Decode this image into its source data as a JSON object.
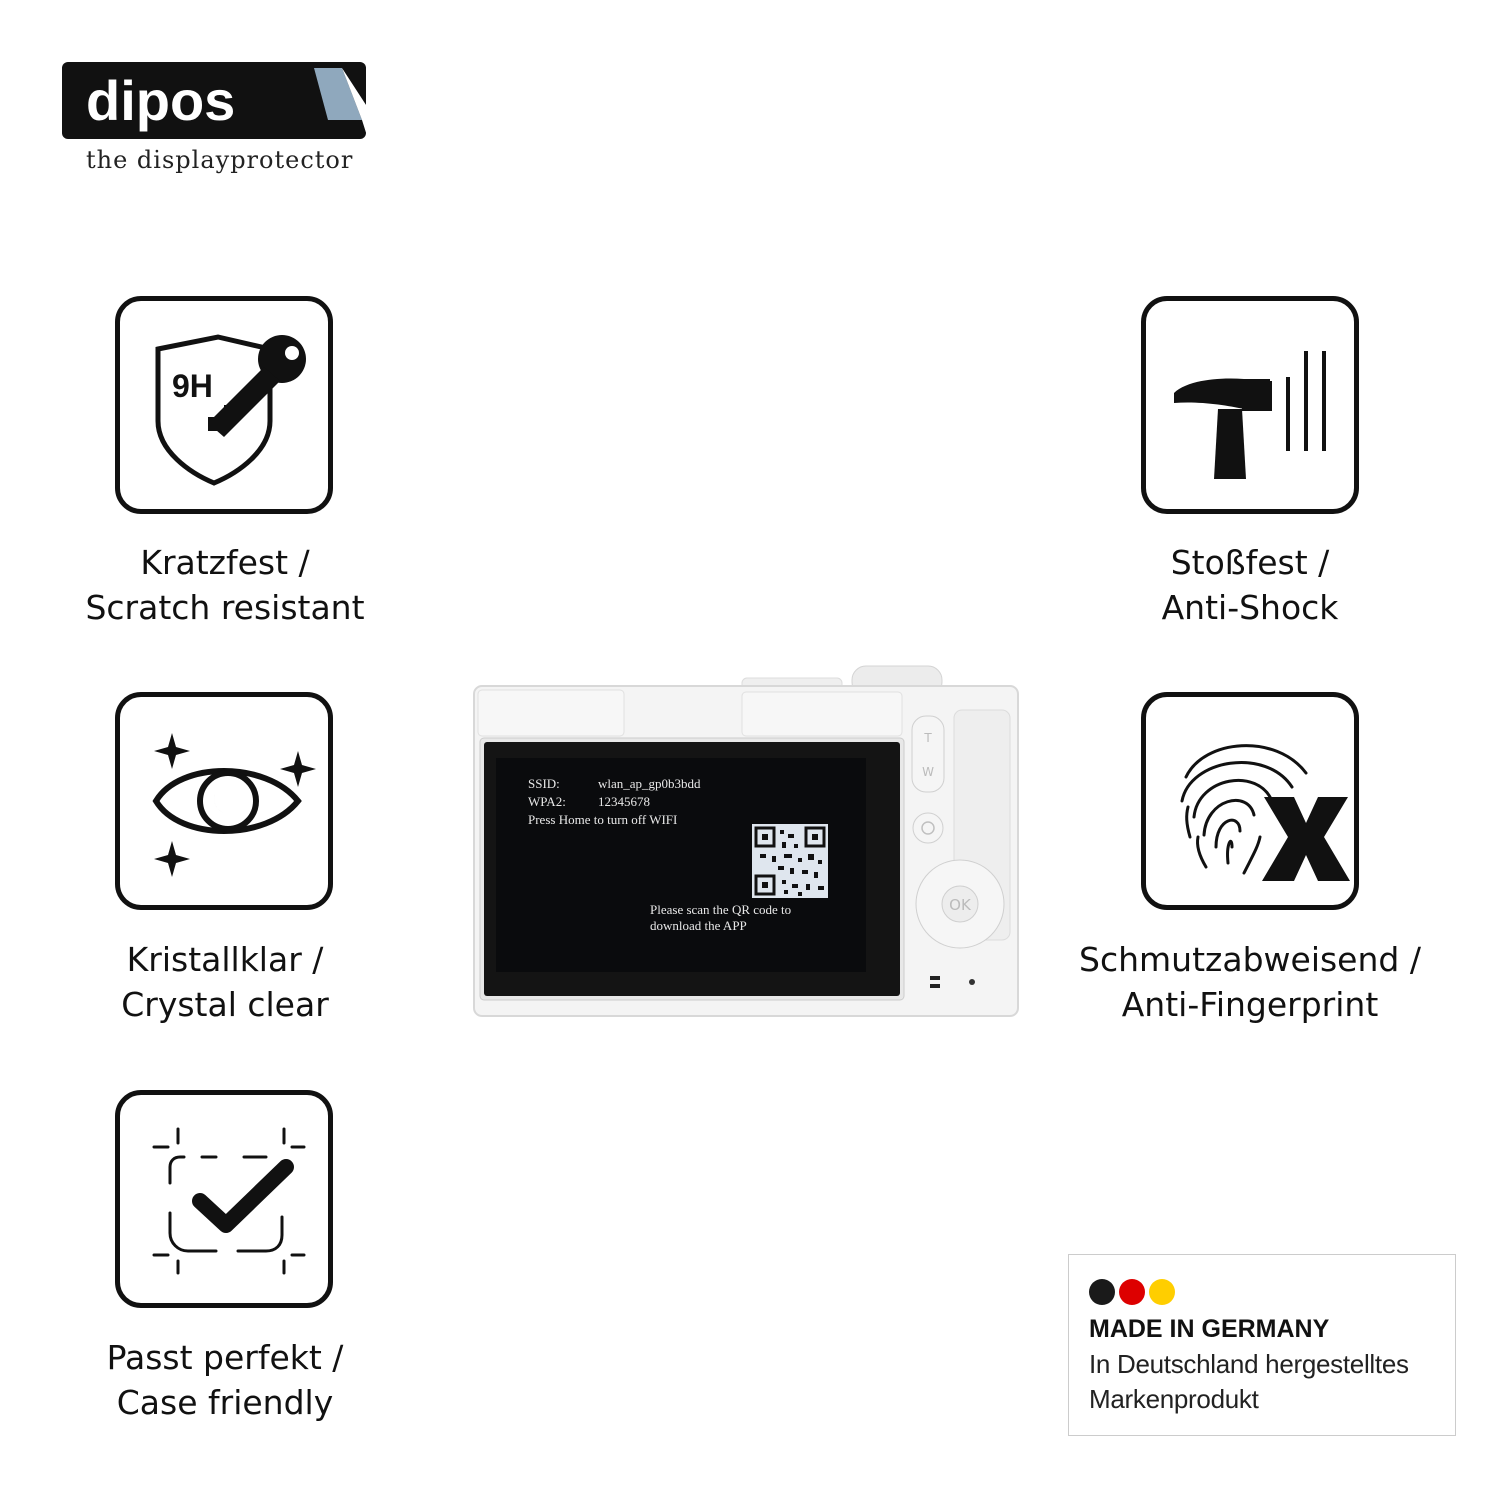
{
  "brand": {
    "name": "dipos",
    "tagline": "the displayprotector"
  },
  "features": [
    {
      "icon": "shield-9h-key-icon",
      "badge_text": "9H",
      "line1": "Kratzfest /",
      "line2": "Scratch resistant"
    },
    {
      "icon": "hammer-impact-icon",
      "line1": "Stoßfest /",
      "line2": "Anti-Shock"
    },
    {
      "icon": "eye-sparkle-icon",
      "line1": "Kristallklar /",
      "line2": "Crystal clear"
    },
    {
      "icon": "fingerprint-x-icon",
      "line1": "Schmutzabweisend /",
      "line2": "Anti-Fingerprint"
    },
    {
      "icon": "frame-checkmark-icon",
      "line1": "Passt perfekt /",
      "line2": "Case friendly"
    }
  ],
  "camera_screen": {
    "ssid_label": "SSID:",
    "ssid_value": "wlan_ap_gp0b3bdd",
    "wpa_label": "WPA2:",
    "wpa_value": "12345678",
    "home_hint": "Press Home to turn off WIFI",
    "scan_line1": "Please scan the QR code to",
    "scan_line2": "download the APP",
    "zoom_t": "T",
    "zoom_w": "W",
    "ok_label": "OK"
  },
  "germany": {
    "title": "MADE IN GERMANY",
    "line1": "In Deutschland hergestelltes",
    "line2": "Markenprodukt",
    "colors": [
      "#1a1a1a",
      "#dd0000",
      "#ffce00"
    ]
  }
}
